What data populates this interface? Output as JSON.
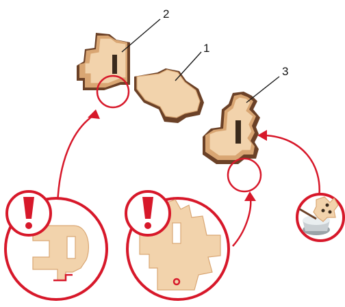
{
  "colors": {
    "wood_light": "#f2d3ac",
    "wood_mid": "#d9a673",
    "wood_dark": "#6b4127",
    "highlight_red": "#d7182a",
    "leader_line": "#1a1a1a",
    "slot_dark": "#3a2a1c",
    "glue_bowl": "#c9cfd3"
  },
  "callouts": [
    {
      "id": "part-2",
      "label": "2"
    },
    {
      "id": "part-1",
      "label": "1"
    },
    {
      "id": "part-3",
      "label": "3"
    }
  ],
  "icons": [
    "warning-exclamation-icon",
    "warning-exclamation-icon",
    "glue-bowl-icon"
  ]
}
